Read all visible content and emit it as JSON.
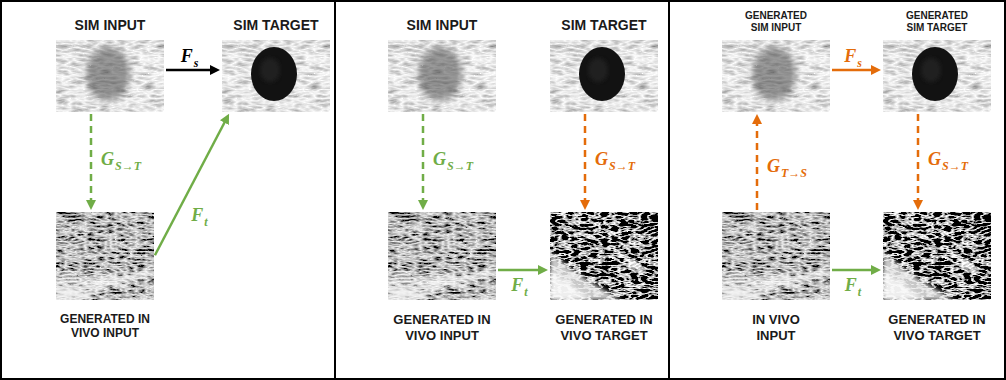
{
  "diagram": {
    "nodes": [
      {
        "text": [
          "SIM INPUT"
        ]
      },
      {
        "text": [
          "SIM TARGET"
        ]
      },
      {
        "text": [
          "GENERATED IN VIVO INPUT"
        ]
      },
      {
        "text": [
          "SIM INPUT"
        ]
      },
      {
        "text": [
          "SIM TARGET"
        ]
      },
      {
        "text": [
          "GENERATED IN VIVO INPUT"
        ]
      },
      {
        "text": [
          "GENERATED IN VIVO TARGET"
        ]
      },
      {
        "text": [
          "GENERATED SIM INPUT"
        ]
      },
      {
        "text": [
          "GENERATED SIM TARGET"
        ]
      },
      {
        "text": [
          "IN VIVO INPUT"
        ]
      },
      {
        "text": [
          "GENERATED IN VIVO TARGET"
        ]
      }
    ],
    "edges": [
      {
        "from": 0,
        "to": 1,
        "arrow": "to",
        "label": "Fs"
      },
      {
        "from": 0,
        "to": 2,
        "arrow": "to",
        "label": "GS→T"
      },
      {
        "from": 2,
        "to": 1,
        "arrow": "to",
        "label": "Ft"
      },
      {
        "from": 3,
        "to": 5,
        "arrow": "to",
        "label": "GS→T"
      },
      {
        "from": 4,
        "to": 6,
        "arrow": "to",
        "label": "GS→T"
      },
      {
        "from": 5,
        "to": 6,
        "arrow": "to",
        "label": "Ft"
      },
      {
        "from": 9,
        "to": 7,
        "arrow": "to",
        "label": "GT→S"
      },
      {
        "from": 7,
        "to": 8,
        "arrow": "to",
        "label": "Fs"
      },
      {
        "from": 8,
        "to": 10,
        "arrow": "to",
        "label": "GS→T"
      },
      {
        "from": 9,
        "to": 10,
        "arrow": "to",
        "label": "Ft"
      }
    ]
  }
}
